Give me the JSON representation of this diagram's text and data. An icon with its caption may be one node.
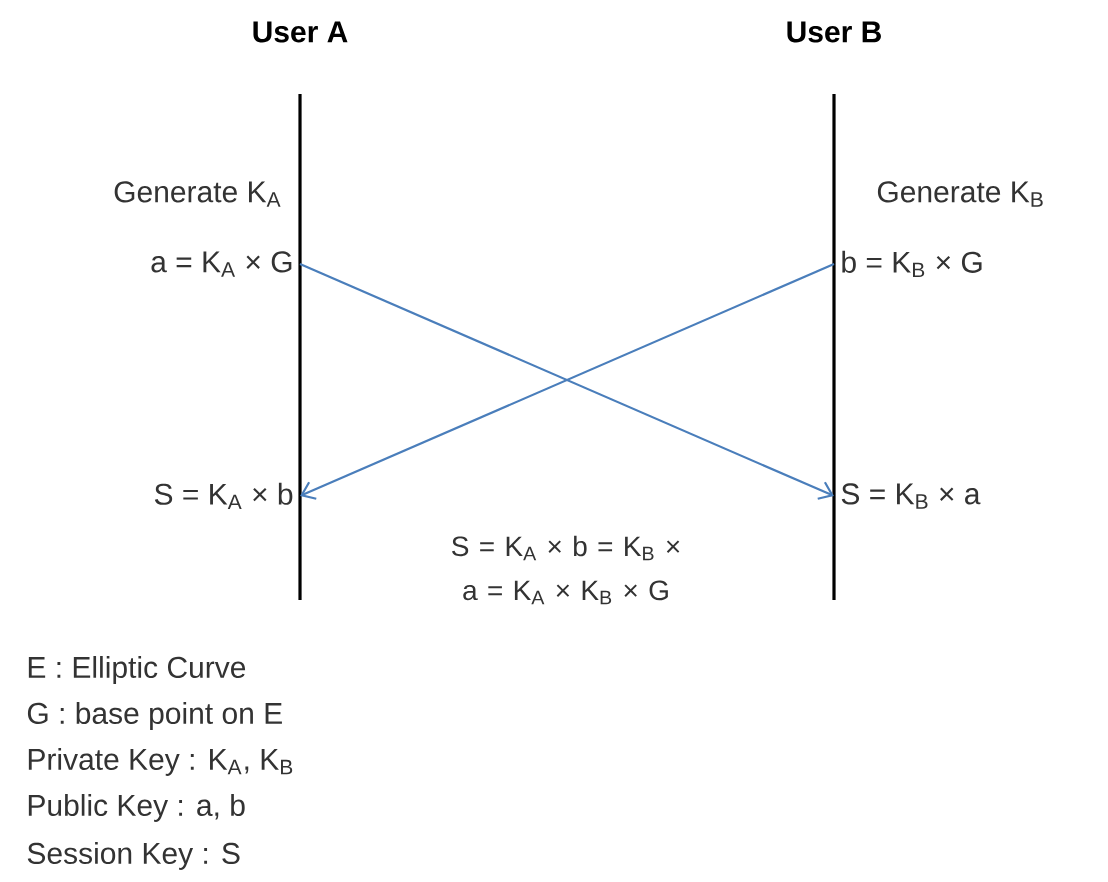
{
  "diagram": {
    "nodes": [
      {
        "text": [
          "a = K$_{A}$ × G"
        ]
      },
      {
        "text": [
          "b = K$_{B}$ × G"
        ]
      },
      {
        "text": [
          "S = K$_{A}$ × b"
        ]
      },
      {
        "text": [
          "S = K$_{B}$ × a"
        ]
      }
    ],
    "edges": [
      {
        "from": 0,
        "to": 3,
        "arrow": "to",
        "color": "#4a7ebb"
      },
      {
        "from": 1,
        "to": 2,
        "arrow": "to",
        "color": "#4a7ebb"
      }
    ],
    "labels": [
      "User A",
      "User B",
      "Generate K$_{A}$",
      "Generate K$_{B}$",
      "S = K$_{A}$ × b = K$_{B}$ × a = K$_{A}$ × K$_{B}$ × G",
      "E : Elliptic Curve",
      "G : base point on E",
      "Private Key : K$_{A}$, K$_{B}$",
      "Public Key : a, b",
      "Session Key : S"
    ]
  }
}
